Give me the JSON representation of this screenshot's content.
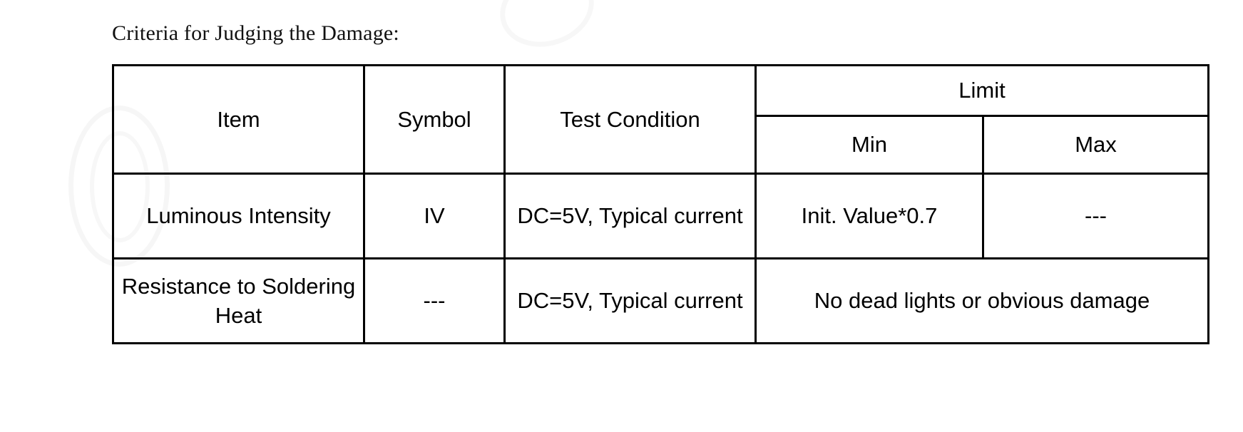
{
  "caption": "Criteria for Judging the Damage:",
  "table": {
    "headers": {
      "item": "Item",
      "symbol": "Symbol",
      "test_condition": "Test Condition",
      "limit": "Limit",
      "min": "Min",
      "max": "Max"
    },
    "rows": [
      {
        "item": "Luminous Intensity",
        "symbol": "IV",
        "test_condition": "DC=5V, Typical current",
        "min": "Init. Value*0.7",
        "max": "---",
        "merged_limit": null
      },
      {
        "item": "Resistance to Soldering Heat",
        "symbol": "---",
        "test_condition": "DC=5V, Typical current",
        "min": null,
        "max": null,
        "merged_limit": "No dead lights or obvious damage"
      }
    ]
  },
  "colors": {
    "text": "#000000",
    "border": "#000000",
    "background": "#ffffff"
  }
}
